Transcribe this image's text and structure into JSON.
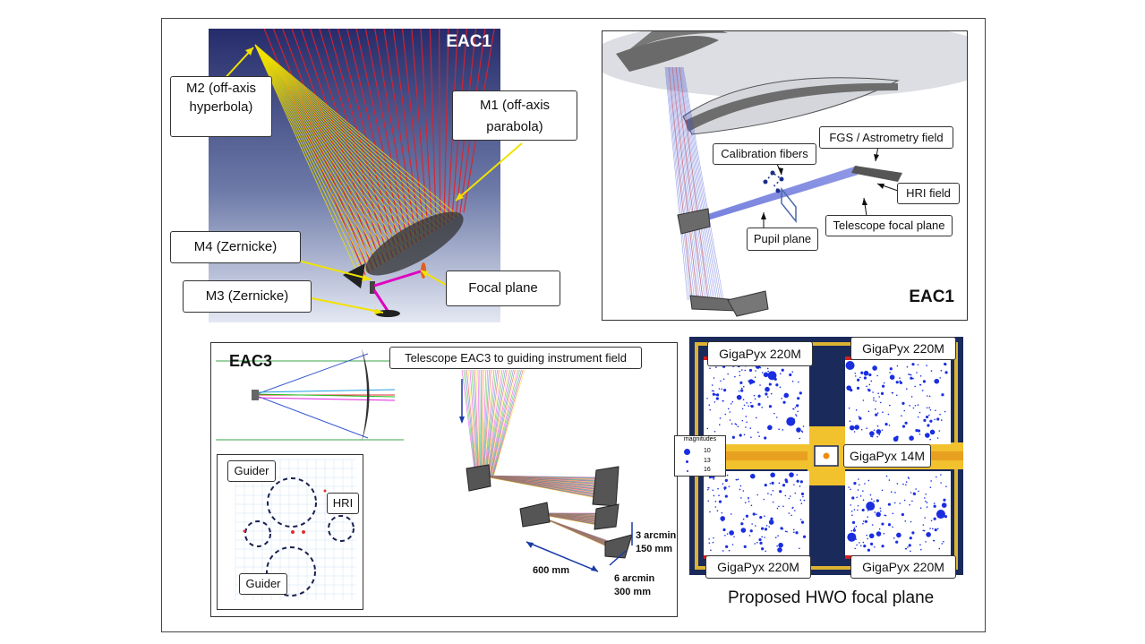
{
  "eac1_left": {
    "title": "EAC1",
    "m2": "M2 (off-axis hyperbola)",
    "m1": "M1 (off-axis parabola)",
    "m4": "M4 (Zernicke)",
    "m3": "M3 (Zernicke)",
    "focal_plane": "Focal plane",
    "background_color": "#2a2f6e",
    "ray_colors": [
      "#e0202a",
      "#f2e200"
    ]
  },
  "eac1_right": {
    "title": "EAC1",
    "fgs": "FGS / Astrometry field",
    "calibration": "Calibration fibers",
    "hri": "HRI field",
    "telescope_focal": "Telescope focal plane",
    "pupil": "Pupil plane"
  },
  "eac3": {
    "title": "EAC3",
    "banner": "Telescope EAC3 to guiding instrument field",
    "guider_top": "Guider",
    "hri": "HRI",
    "guider_bottom": "Guider",
    "dim_600": "600 mm",
    "dim_3arc": "3 arcmin",
    "dim_150": "150 mm",
    "dim_6arc": "6 arcmin",
    "dim_300": "300 mm"
  },
  "hwo": {
    "caption": "Proposed HWO focal plane",
    "tl": "GigaPyx 220M",
    "tr": "GigaPyx 220M",
    "bl": "GigaPyx 220M",
    "br": "GigaPyx 220M",
    "center": "GigaPyx 14M",
    "legend_title": "magnitudes",
    "legend": [
      "10",
      "13",
      "16"
    ],
    "star_color": "#1a2ee0",
    "frame_color": "#1a2a5a",
    "gold_color": "#f2c12e"
  }
}
